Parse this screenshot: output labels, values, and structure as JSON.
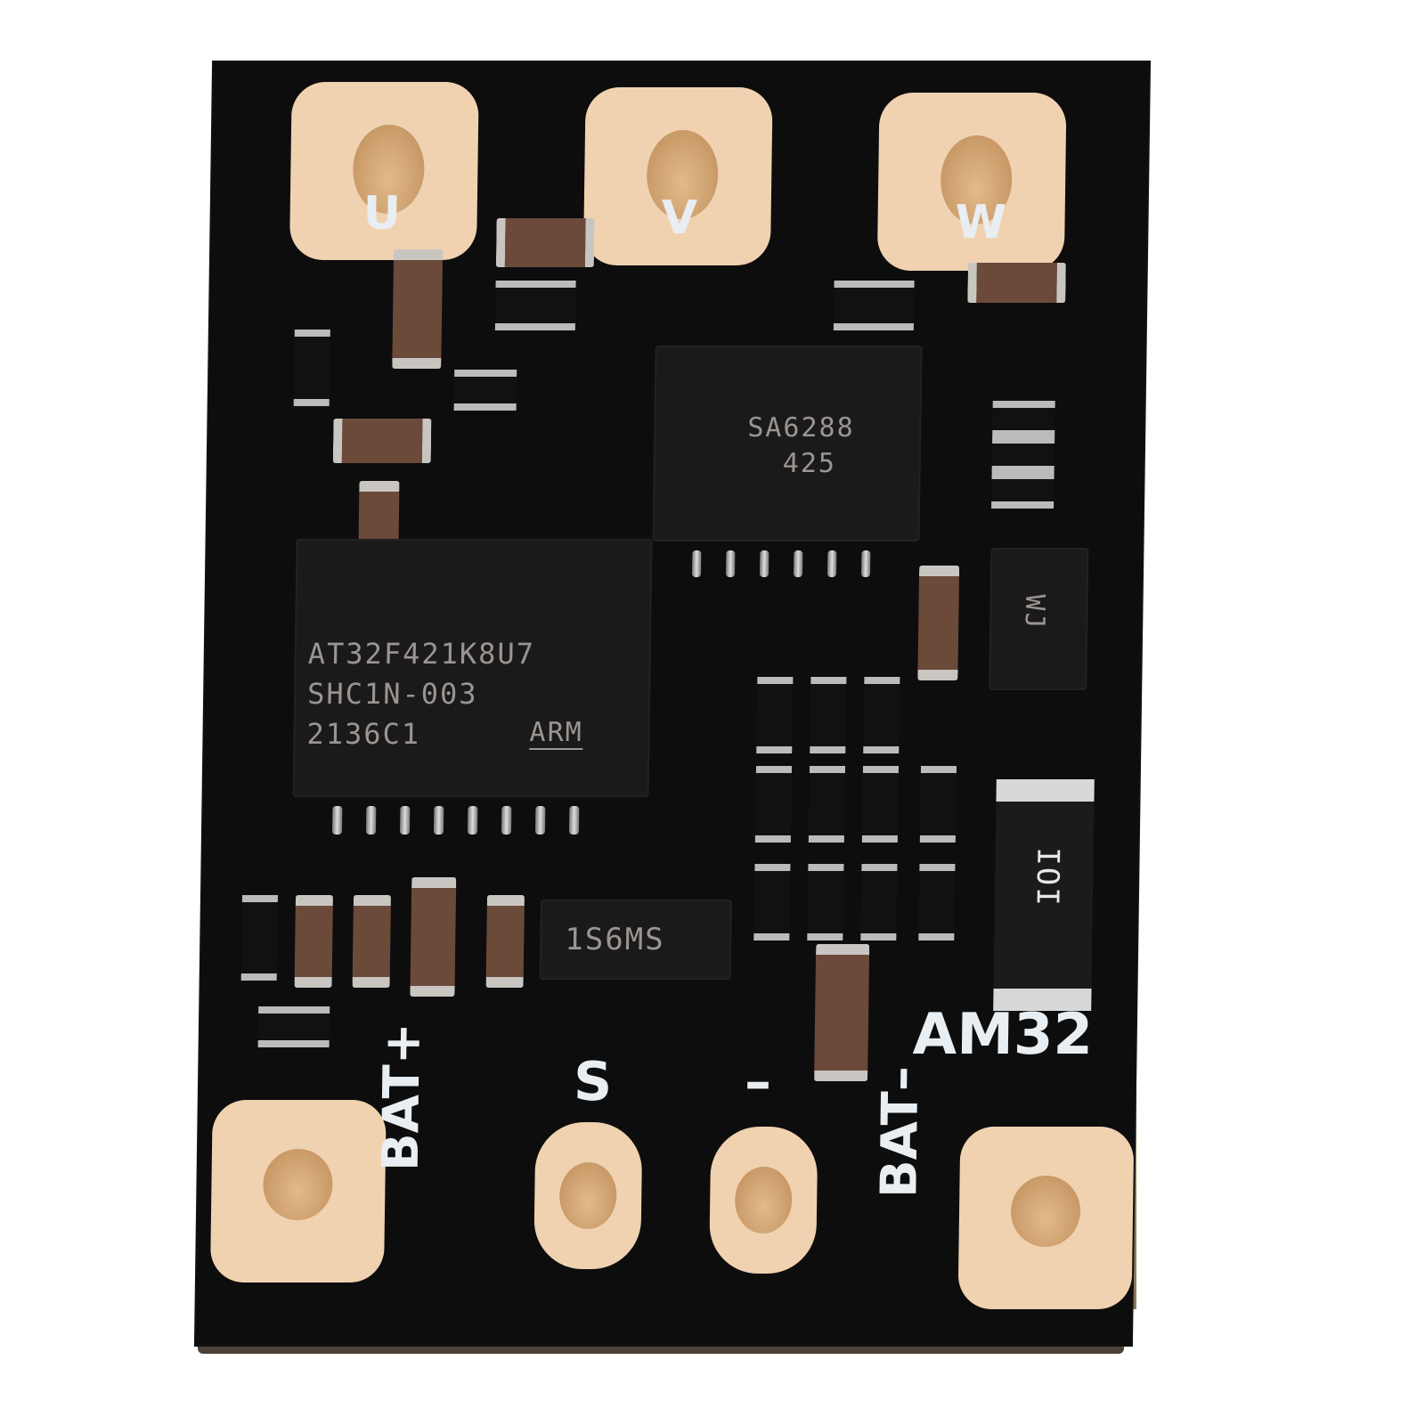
{
  "photo": {
    "subject": "AM32 brushless ESC circuit board",
    "background_color": "#ffffff",
    "board_color": "#0d0d0e",
    "pad_color": "#f0d2b0",
    "silkscreen_color": "#e8eef2"
  },
  "silkscreen": {
    "motor_pads": [
      "U",
      "V",
      "W"
    ],
    "bottom_labels": {
      "bat_plus": "BAT+",
      "signal": "S",
      "ground": "–",
      "bat_minus": "BAT–"
    },
    "brand": "AM32"
  },
  "chips": {
    "mcu": {
      "line1": "AT32F421K8U7",
      "line2": "SHC1N-003",
      "line3": "2136C1",
      "logo": "ARM"
    },
    "driver": {
      "line1": "SA6288",
      "line2": "425"
    },
    "regulator": {
      "marking": "1S6MS"
    },
    "diode": {
      "marking": "WJ"
    },
    "shunt": {
      "marking": "IOI"
    }
  }
}
